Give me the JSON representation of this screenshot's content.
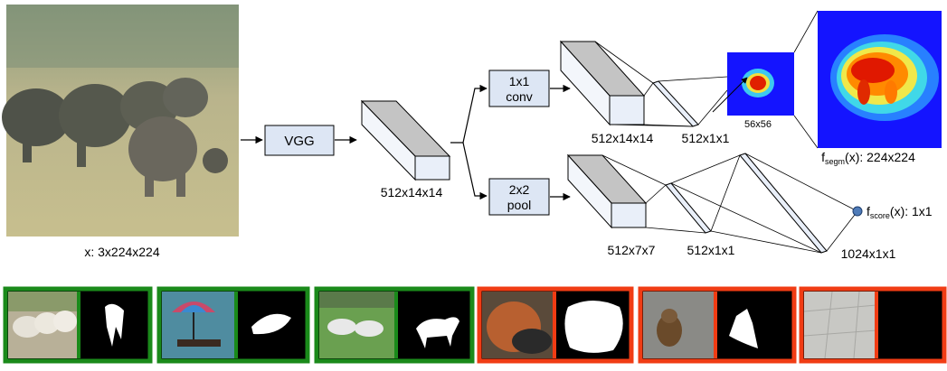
{
  "diagram": {
    "input_caption": "x: 3x224x224",
    "vgg_label": "VGG",
    "trunk_output_label": "512x14x14",
    "seg_branch": {
      "op_line1": "1x1",
      "op_line2": "conv",
      "feature_label": "512x14x14",
      "vector_label": "512x1x1",
      "mask_small_label": "56x56",
      "output_f": "f",
      "output_sub": "segm",
      "output_rest": "(x): 224x224"
    },
    "score_branch": {
      "op_line1": "2x2",
      "op_line2": "pool",
      "feature_label": "512x7x7",
      "vector_label": "512x1x1",
      "fc_label": "1024x1x1",
      "output_f": "f",
      "output_sub": "score",
      "output_rest": "(x): 1x1"
    }
  },
  "examples": [
    {
      "subject": "sheep",
      "outcome": "positive"
    },
    {
      "subject": "person-with-umbrella-in-boat",
      "outcome": "positive"
    },
    {
      "subject": "zebra",
      "outcome": "positive"
    },
    {
      "subject": "backpack",
      "outcome": "negative"
    },
    {
      "subject": "bear-in-water",
      "outcome": "negative"
    },
    {
      "subject": "stone-pavement",
      "outcome": "negative"
    }
  ],
  "colors": {
    "positive_border": "#1a8a1a",
    "negative_border": "#f03c14",
    "box_fill": "#dde6f4",
    "block_front": "#e6edf8",
    "block_top": "#c8c8c8",
    "heatmap_bg": "#1414ff",
    "node_fill": "#4f7bb8"
  }
}
